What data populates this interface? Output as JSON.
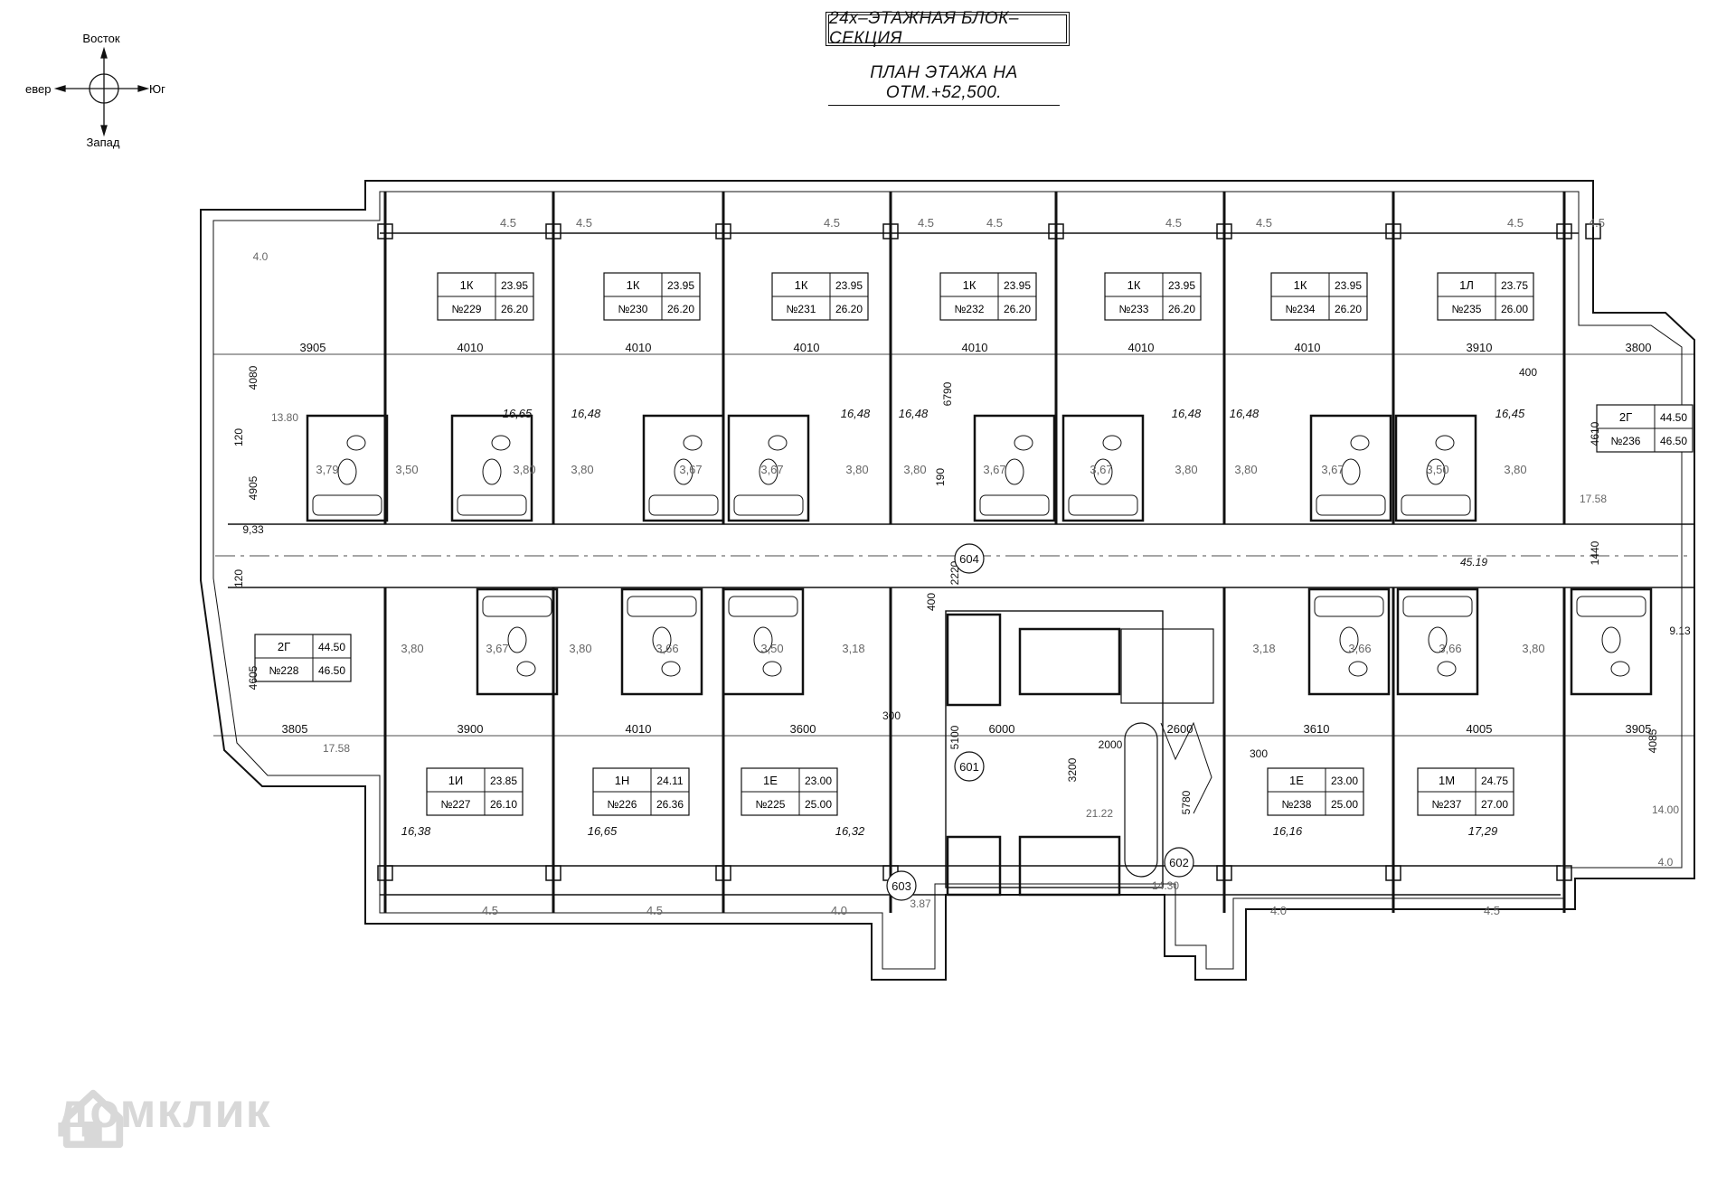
{
  "title": "24х–ЭТАЖНАЯ БЛОК–СЕКЦИЯ",
  "subtitle": "ПЛАН ЭТАЖА НА ОТМ.+52,500.",
  "compass": {
    "north": "Восток",
    "south": "Запад",
    "west": "евер",
    "east": "Юг"
  },
  "watermark": "домклик",
  "apartments_top": [
    {
      "type": "1К",
      "area1": "23.95",
      "num": "№229",
      "area2": "26.20"
    },
    {
      "type": "1К",
      "area1": "23.95",
      "num": "№230",
      "area2": "26.20"
    },
    {
      "type": "1К",
      "area1": "23.95",
      "num": "№231",
      "area2": "26.20"
    },
    {
      "type": "1К",
      "area1": "23.95",
      "num": "№232",
      "area2": "26.20"
    },
    {
      "type": "1К",
      "area1": "23.95",
      "num": "№233",
      "area2": "26.20"
    },
    {
      "type": "1К",
      "area1": "23.95",
      "num": "№234",
      "area2": "26.20"
    },
    {
      "type": "1Л",
      "area1": "23.75",
      "num": "№235",
      "area2": "26.00"
    }
  ],
  "apartments_side": [
    {
      "type": "2Г",
      "area1": "44.50",
      "num": "№236",
      "area2": "46.50"
    },
    {
      "type": "2Г",
      "area1": "44.50",
      "num": "№228",
      "area2": "46.50"
    }
  ],
  "apartments_bottom": [
    {
      "type": "1И",
      "area1": "23.85",
      "num": "№227",
      "area2": "26.10"
    },
    {
      "type": "1Н",
      "area1": "24.11",
      "num": "№226",
      "area2": "26.36"
    },
    {
      "type": "1Е",
      "area1": "23.00",
      "num": "№225",
      "area2": "25.00"
    },
    {
      "type": "1Е",
      "area1": "23.00",
      "num": "№238",
      "area2": "25.00"
    },
    {
      "type": "1М",
      "area1": "24.75",
      "num": "№237",
      "area2": "27.00"
    }
  ],
  "dims_top": [
    "3905",
    "4010",
    "4010",
    "4010",
    "4010",
    "4010",
    "4010",
    "3910",
    "3800"
  ],
  "dims_bottom": [
    "3805",
    "3900",
    "4010",
    "3600",
    "6000",
    "2600",
    "3610",
    "4005",
    "3905"
  ],
  "balcony_top": [
    "4.5",
    "4.5",
    "4.5",
    "4.5",
    "4.5",
    "4.5",
    "4.5",
    "4.5",
    "4.5"
  ],
  "balcony_bottom": [
    "4.5",
    "4.5",
    "4.0",
    "4.0",
    "4.5"
  ],
  "room_areas_top": [
    "16,65",
    "16,48",
    "16,48",
    "16,48",
    "16,48",
    "16,48",
    "16,45"
  ],
  "room_areas_bottom": [
    "16,38",
    "16,65",
    "16,32",
    "16,16",
    "17,29"
  ],
  "bath_areas_top": [
    "3,79",
    "3,50",
    "3,80",
    "3,80",
    "3,67",
    "3,67",
    "3,80",
    "3,80",
    "3,67",
    "3,67",
    "3,80",
    "3,80",
    "3,67",
    "3,50",
    "3,80"
  ],
  "bath_areas_bottom": [
    "3,80",
    "3,67",
    "3,80",
    "3,66",
    "3,50",
    "3,18",
    "3,18",
    "3,66",
    "3,66",
    "3,80"
  ],
  "misc": {
    "corridor": "45.19",
    "left_hall": "9,33",
    "right_hall": "9.13",
    "lobby": "21.22",
    "area_1380": "13.80",
    "area_1758a": "17.58",
    "area_1758b": "17.58",
    "area_1400": "14.00",
    "area_1430": "14.30",
    "area_387": "3.87",
    "loggia_40a": "4.0",
    "loggia_40b": "4.0",
    "d4080": "4080",
    "d120a": "120",
    "d120b": "120",
    "d4905": "4905",
    "d4605": "4605",
    "d6790": "6790",
    "d4610": "4610",
    "d1440": "1440",
    "d4085": "4085",
    "d2220": "2220",
    "d190": "190",
    "d400a": "400",
    "d400b": "400",
    "d300a": "300",
    "d300b": "300",
    "d5100": "5100",
    "d3200": "3200",
    "d2000": "2000",
    "d5780": "5780"
  },
  "tags": [
    "604",
    "601",
    "602",
    "603"
  ]
}
